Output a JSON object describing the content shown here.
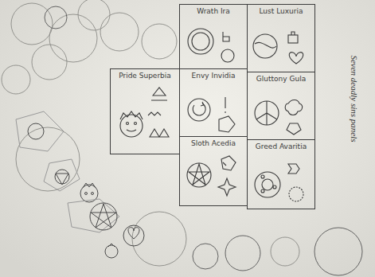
{
  "diagram": {
    "title": "Seven deadly sins panels",
    "nodes": [
      {
        "text": [
          "Lust Luxuria"
        ]
      },
      {
        "text": [
          "Wrath Ira"
        ]
      },
      {
        "text": [
          "Gluttony Gula"
        ]
      },
      {
        "text": [
          "Envy Invidia"
        ]
      },
      {
        "text": [
          "Pride Superbia"
        ]
      },
      {
        "text": [
          "Greed Avaritia"
        ]
      },
      {
        "text": [
          "Sloth Acedia"
        ]
      }
    ]
  }
}
